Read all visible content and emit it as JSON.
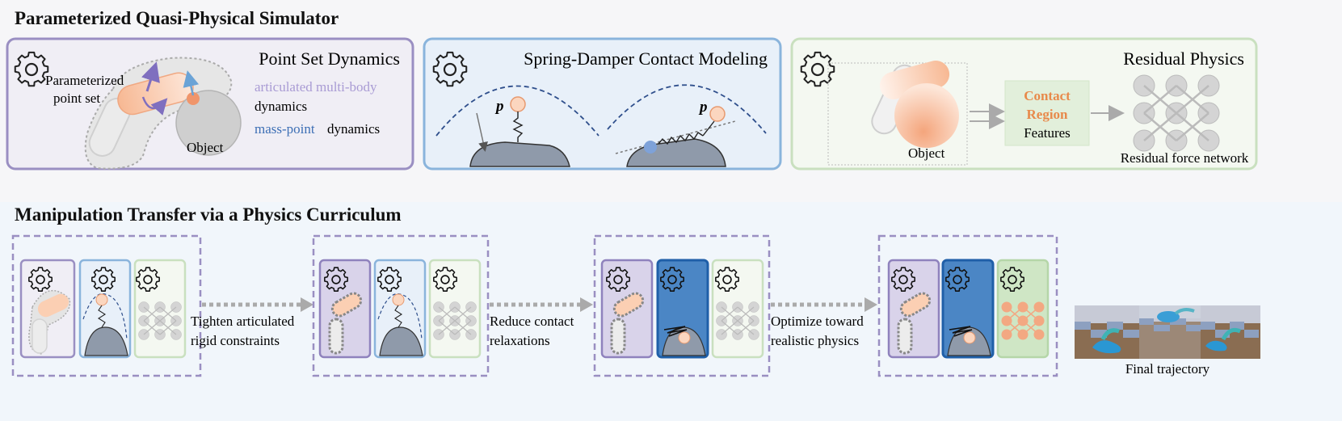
{
  "top_section": {
    "title": "Parameterized Quasi-Physical Simulator",
    "panels": {
      "point_set": {
        "title": "Point Set Dynamics",
        "point_set_label_1": "Parameterized",
        "point_set_label_2": "point set",
        "object_label": "Object",
        "legend_articulated_1": "articulated multi-body",
        "legend_articulated_2": "dynamics",
        "legend_masspoint_1": "mass-point",
        "legend_masspoint_2": "dynamics"
      },
      "spring_damper": {
        "title": "Spring-Damper Contact Modeling",
        "p_symbol_left": "p",
        "p_symbol_right": "p"
      },
      "residual": {
        "title": "Residual Physics",
        "object_label": "Object",
        "feature_line1": "Contact",
        "feature_line2": "Region",
        "feature_line3": "Features",
        "network_label": "Residual force network"
      }
    }
  },
  "bottom_section": {
    "title": "Manipulation Transfer via a Physics Curriculum",
    "steps": [
      {
        "line1": "Tighten articulated",
        "line2": "rigid constraints"
      },
      {
        "line1": "Reduce contact",
        "line2": "relaxations"
      },
      {
        "line1": "Optimize toward",
        "line2": "realistic physics"
      }
    ],
    "final_label": "Final trajectory"
  },
  "colors": {
    "purple_border": "#9a8fc2",
    "blue_border": "#8ab4dc",
    "green_border": "#c9e0bf",
    "orange_text": "#e8894a",
    "lavender_text": "#a99bd4",
    "blue_text": "#3d6fb5",
    "dark_blue_fill": "#4b86c5"
  },
  "icons": [
    "gear-icon",
    "arrow-icon",
    "neural-network-icon"
  ]
}
